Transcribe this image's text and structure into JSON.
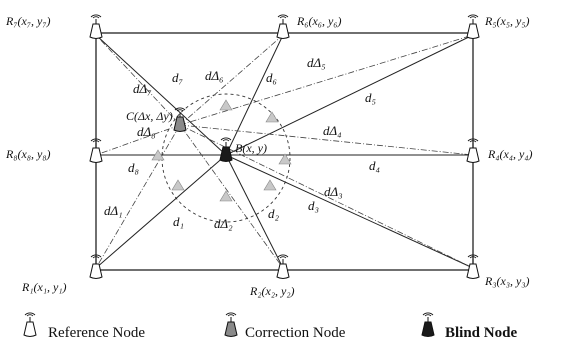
{
  "reference_nodes": [
    {
      "id": "R7",
      "label": "R₇(x₇, y₇)"
    },
    {
      "id": "R6",
      "label": "R₆(x₆, y₆)"
    },
    {
      "id": "R5",
      "label": "R₅(x₅, y₅)"
    },
    {
      "id": "R8",
      "label": "R₈(x₈, y₈)"
    },
    {
      "id": "R4",
      "label": "R₄(x₄, y₄)"
    },
    {
      "id": "R1",
      "label": "R₁(x₁, y₁)"
    },
    {
      "id": "R2",
      "label": "R₂(x₂, y₂)"
    },
    {
      "id": "R3",
      "label": "R₃(x₃, y₃)"
    }
  ],
  "correction_node": {
    "label": "C(Δx, Δy)"
  },
  "blind_node": {
    "label": "B(x, y)"
  },
  "distance_labels": {
    "d1": "d₁",
    "d2": "d₂",
    "d3": "d₃",
    "d4": "d₄",
    "d5": "d₅",
    "d6": "d₆",
    "d7": "d₇",
    "d8": "d₈",
    "dD1": "dΔ₁",
    "dD2": "dΔ₂",
    "dD3": "dΔ₃",
    "dD4": "dΔ₄",
    "dD5": "dΔ₅",
    "dD6": "dΔ₆",
    "dD7": "dΔ₇",
    "dD8": "dΔ₈"
  },
  "legend": {
    "reference": "Reference Node",
    "correction": "Correction Node",
    "blind": "Blind Node"
  },
  "colors": {
    "reference_fill": "#ffffff",
    "correction_fill": "#8a8a8a",
    "blind_fill": "#1a1a1a",
    "triangle_fill": "#c8c8c8"
  }
}
